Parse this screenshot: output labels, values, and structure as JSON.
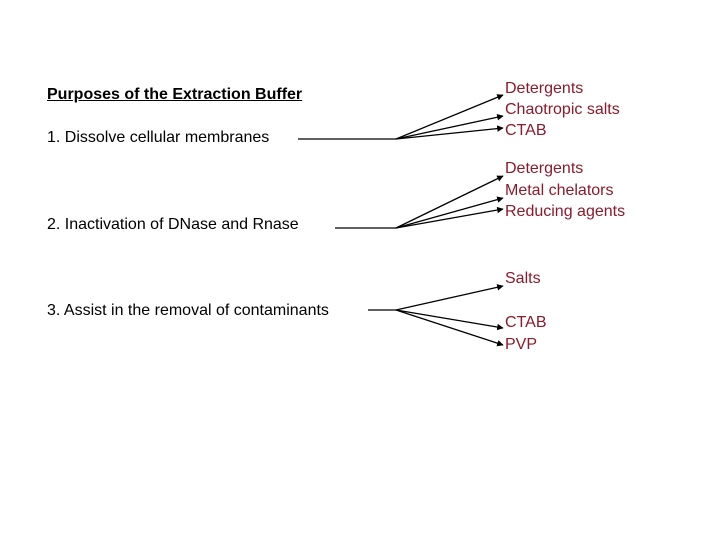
{
  "title": "Purposes of the Extraction Buffer",
  "purposes": [
    {
      "label": "1. Dissolve cellular membranes",
      "items": [
        "Detergents",
        "Chaotropic salts",
        "CTAB"
      ]
    },
    {
      "label": "2. Inactivation of DNase and Rnase",
      "items": [
        "Detergents",
        "Metal chelators",
        "Reducing agents"
      ]
    },
    {
      "label": "3. Assist in the removal of contaminants",
      "items": [
        "Salts",
        "CTAB",
        "PVP"
      ]
    }
  ],
  "colors": {
    "text": "#000000",
    "item_text": "#8b1a2b",
    "line": "#000000"
  }
}
